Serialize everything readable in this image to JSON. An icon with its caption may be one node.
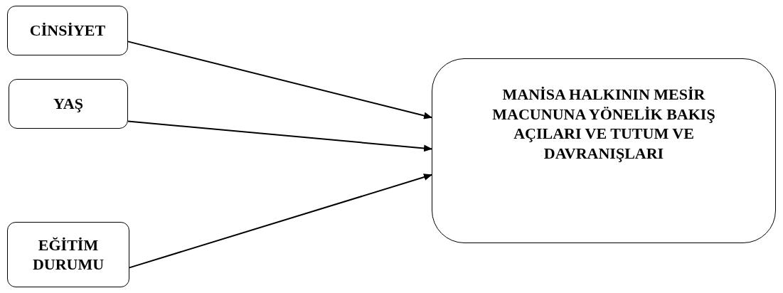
{
  "diagram": {
    "nodes": [
      {
        "text": [
          "CİNSİYET"
        ]
      },
      {
        "text": [
          "YAŞ"
        ]
      },
      {
        "text": [
          "EĞİTİM DURUMU"
        ]
      },
      {
        "text": [
          "MANİSA HALKININ MESİR MACUNUNA YÖNELİK BAKIŞ AÇILARI VE TUTUM VE DAVRANIŞLARI"
        ]
      }
    ],
    "edges": [
      {
        "from": 0,
        "to": 3,
        "arrow": "to"
      },
      {
        "from": 1,
        "to": 3,
        "arrow": "to"
      },
      {
        "from": 2,
        "to": 3,
        "arrow": "to"
      }
    ]
  }
}
